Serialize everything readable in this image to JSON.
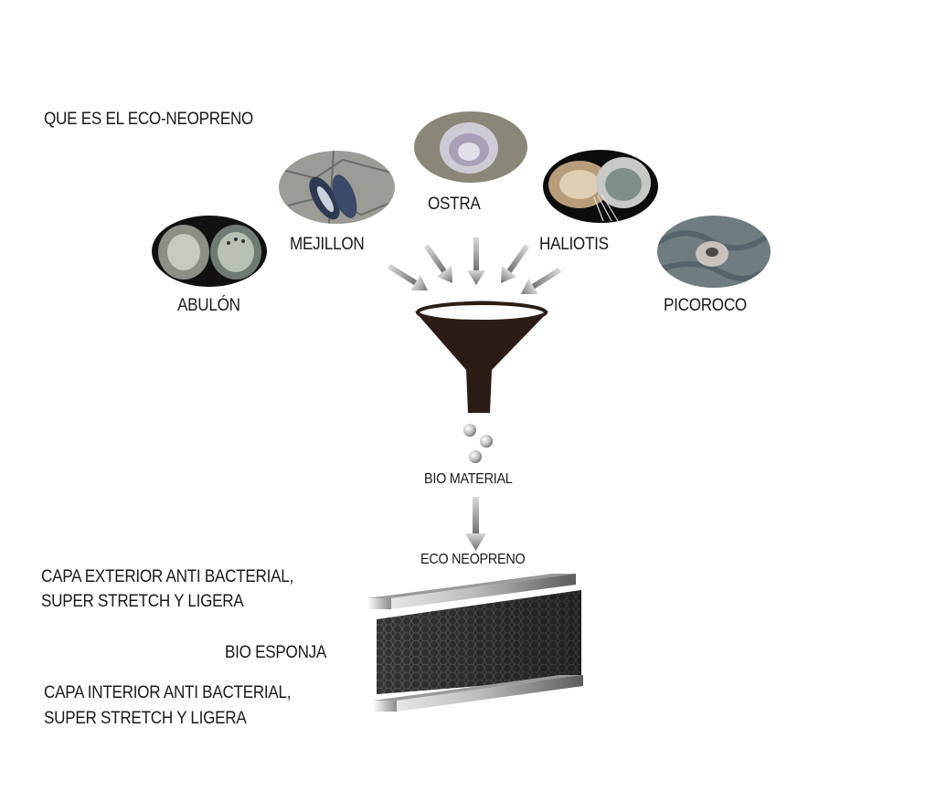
{
  "title": "QUE ES EL ECO-NEOPRENO",
  "shells": [
    {
      "name": "ABULÓN"
    },
    {
      "name": "MEJILLON"
    },
    {
      "name": "OSTRA"
    },
    {
      "name": "HALIOTIS"
    },
    {
      "name": "PICOROCO"
    }
  ],
  "bio_material": "BIO MATERIAL",
  "eco_neopreno": "ECO NEOPRENO",
  "layers": {
    "outer_line1": "CAPA EXTERIOR ANTI BACTERIAL,",
    "outer_line2": "SUPER STRETCH Y LIGERA",
    "middle": "BIO ESPONJA",
    "inner_line1": "CAPA INTERIOR ANTI BACTERIAL,",
    "inner_line2": "SUPER STRETCH Y LIGERA"
  }
}
